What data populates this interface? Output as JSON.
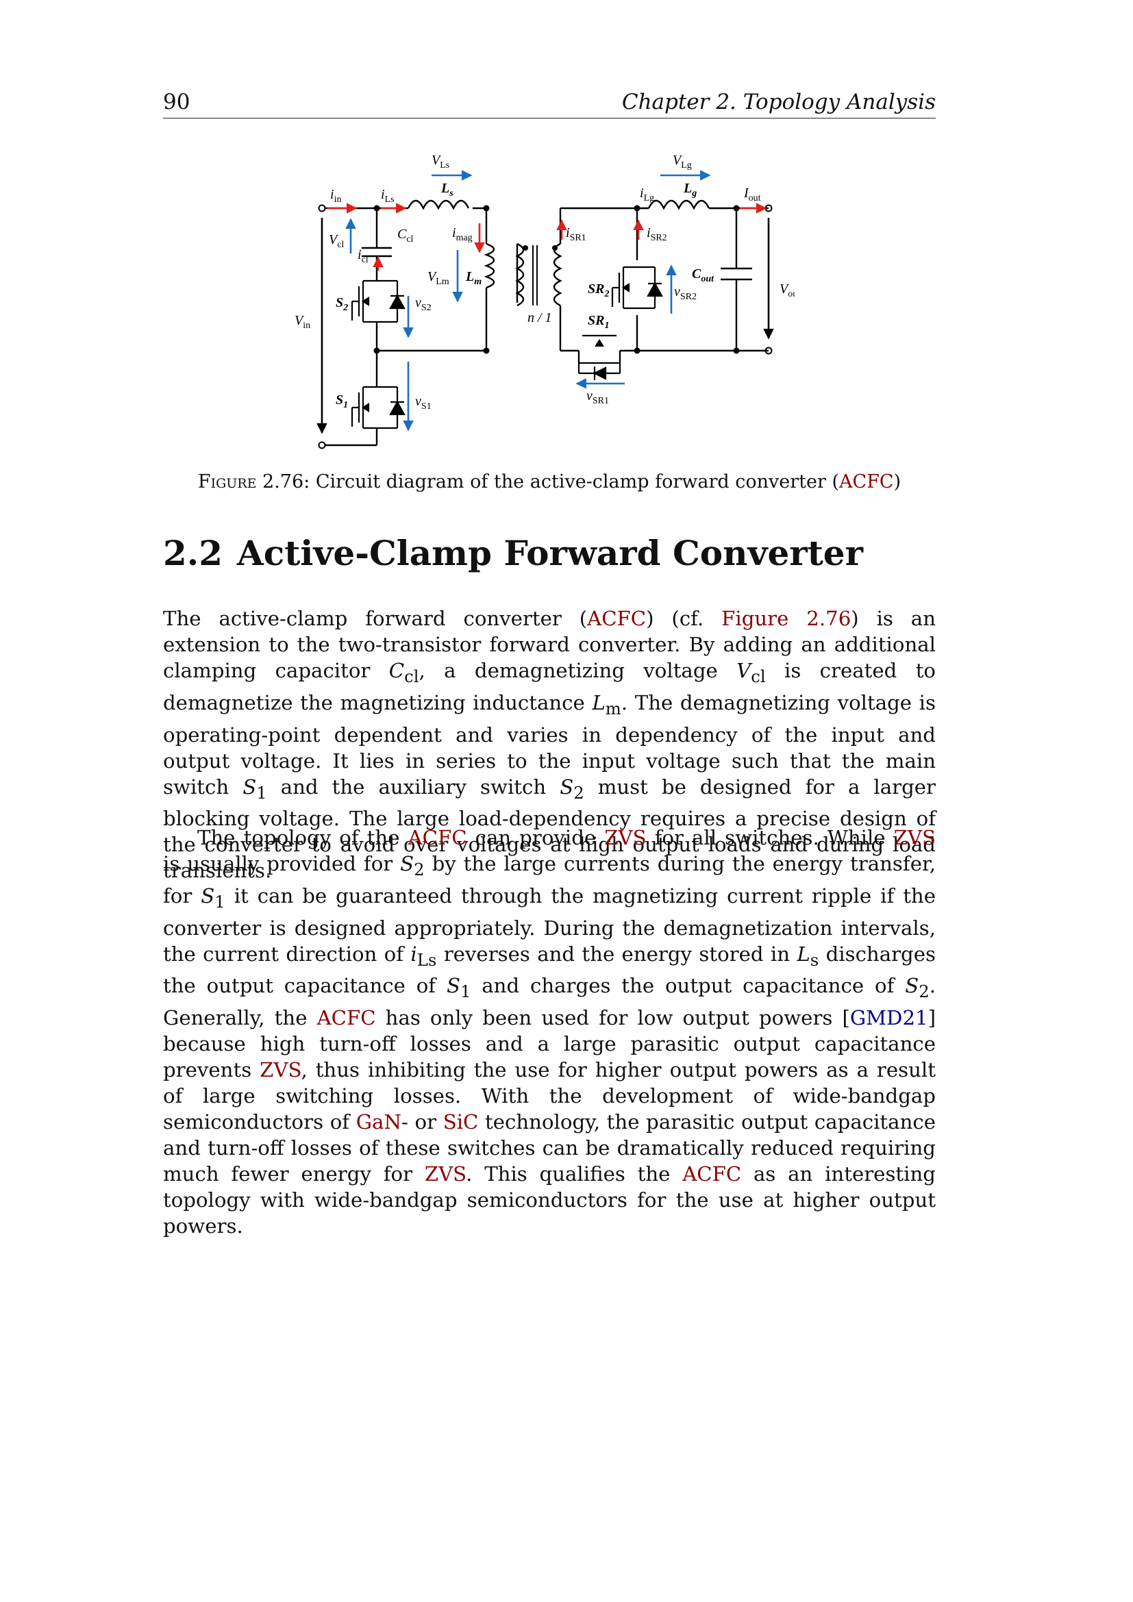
{
  "header": {
    "page_number": "90",
    "chapter": "Chapter 2.  Topology Analysis"
  },
  "figure": {
    "caption_label": "Figure 2.76:",
    "caption_text": "Circuit diagram of the active-clamp forward converter (",
    "caption_link": "ACFC",
    "caption_end": ")",
    "labels": {
      "i_in": "i",
      "i_in_sub": "in",
      "i_Ls": "i",
      "i_Ls_sub": "Ls",
      "V_Ls": "V",
      "V_Ls_sub": "Ls",
      "L_s": "L",
      "L_s_sub": "s",
      "V_cl": "V",
      "V_cl_sub": "cl",
      "C_cl": "C",
      "C_cl_sub": "cl",
      "i_cl": "i",
      "i_cl_sub": "cl",
      "i_mag": "i",
      "i_mag_sub": "mag",
      "V_Lm": "V",
      "V_Lm_sub": "Lm",
      "L_m": "L",
      "L_m_sub": "m",
      "S2": "S",
      "S2_sub": "2",
      "v_S2": "v",
      "v_S2_sub": "S2",
      "V_in": "V",
      "V_in_sub": "in",
      "S1": "S",
      "S1_sub": "1",
      "v_S1": "v",
      "v_S1_sub": "S1",
      "ratio": "n / 1",
      "i_SR1": "i",
      "i_SR1_sub": "SR1",
      "i_SR2": "i",
      "i_SR2_sub": "SR2",
      "SR2": "SR",
      "SR2_sub": "2",
      "SR1": "SR",
      "SR1_sub": "1",
      "v_SR1": "v",
      "v_SR1_sub": "SR1",
      "v_SR2": "v",
      "v_SR2_sub": "SR2",
      "V_Lg": "V",
      "V_Lg_sub": "Lg",
      "i_Lg": "i",
      "i_Lg_sub": "Lg",
      "L_g": "L",
      "L_g_sub": "g",
      "I_out": "I",
      "I_out_sub": "out",
      "C_out": "C",
      "C_out_sub": "out",
      "V_out": "V",
      "V_out_sub": "out"
    },
    "colors": {
      "current_arrow": "#e0201b",
      "voltage_arrow": "#1a6fc0",
      "wire": "#000000"
    }
  },
  "section": {
    "number": "2.2",
    "title": "Active-Clamp Forward Converter"
  },
  "paragraph1": {
    "t1": "The active-clamp forward converter (",
    "acfc": "ACFC",
    "t2": ") (cf. ",
    "figref": "Figure 2.76",
    "t3": ") is an extension to the two-transistor forward converter. By adding an additional clamping capacitor ",
    "ccl": "C",
    "ccl_sub": "cl",
    "t4": ", a demagnetizing voltage ",
    "vcl": "V",
    "vcl_sub": "cl",
    "t5": " is created to demagnetize the magnetizing inductance ",
    "lm": "L",
    "lm_sub": "m",
    "t6": ". The demagnetizing voltage is operating-point dependent and varies in dependency of the input and output voltage. It lies in series to the input voltage such that the main switch ",
    "s1": "S",
    "s1_sub": "1",
    "t7": " and the auxiliary switch ",
    "s2": "S",
    "s2_sub": "2",
    "t8": " must be designed for a larger blocking voltage. The large load-dependency requires a precise design of the converter to avoid over voltages at high output loads and during load transients."
  },
  "paragraph2": {
    "t1": "The topology of the ",
    "acfc1": "ACFC",
    "t2": " can provide ",
    "zvs1": "ZVS",
    "t3": " for all switches. While ",
    "zvs2": "ZVS",
    "t4": " is usually provided for ",
    "s2a": "S",
    "s2a_sub": "2",
    "t5": " by the large currents during the energy transfer, for ",
    "s1a": "S",
    "s1a_sub": "1",
    "t6": " it can be guaranteed through the magnetizing current ripple if the converter is designed appropriately. During the demagnetization intervals, the current direction of ",
    "ils": "i",
    "ils_sub": "Ls",
    "t7": " reverses and the energy stored in ",
    "ls": "L",
    "ls_sub": "s",
    "t8": " discharges the output capacitance of ",
    "s1b": "S",
    "s1b_sub": "1",
    "t9": " and charges the output capacitance of ",
    "s2b": "S",
    "s2b_sub": "2",
    "t10": ". Generally, the ",
    "acfc2": "ACFC",
    "t11": " has only been used for low output powers [",
    "cite": "GMD21",
    "t12": "] because high turn-off losses and a large parasitic output capacitance prevents ",
    "zvs3": "ZVS",
    "t13": ", thus inhibiting the use for higher output powers as a result of large switching losses. With the development of wide-bandgap semiconductors of ",
    "gan": "GaN",
    "t14": "- or ",
    "sic": "SiC",
    "t15": " technology, the parasitic output capacitance and turn-off losses of these switches can be dramatically reduced requiring much fewer energy for ",
    "zvs4": "ZVS",
    "t16": ". This qualifies the ",
    "acfc3": "ACFC",
    "t17": " as an interesting topology with wide-bandgap semiconductors for the use at higher output powers."
  }
}
